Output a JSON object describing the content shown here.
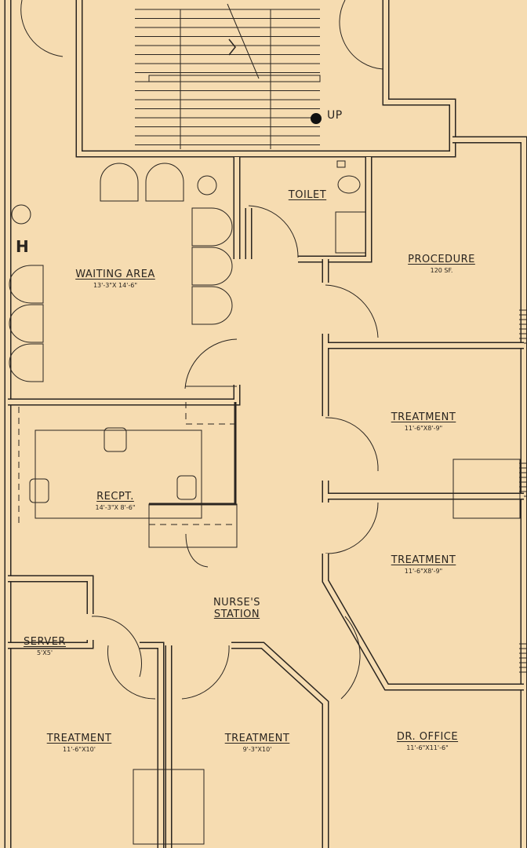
{
  "stairs": {
    "direction_label": "UP"
  },
  "markers": {
    "handicap": "H"
  },
  "rooms": {
    "waiting": {
      "name": "WAITING AREA",
      "size": "13'-3\"X 14'-6\""
    },
    "toilet": {
      "name": "TOILET"
    },
    "procedure": {
      "name": "PROCEDURE",
      "size": "120 SF."
    },
    "treatment_1": {
      "name": "TREATMENT",
      "size": "11'-6\"X8'-9\""
    },
    "recept": {
      "name": "RECPT.",
      "size": "14'-3\"X 8'-6\""
    },
    "nurse_station": {
      "line1": "NURSE'S",
      "line2": "STATION"
    },
    "treatment_2": {
      "name": "TREATMENT",
      "size": "11'-6\"X8'-9\""
    },
    "server": {
      "name": "SERVER",
      "size": "5'X5'"
    },
    "treatment_3": {
      "name": "TREATMENT",
      "size": "11'-6\"X10'"
    },
    "treatment_4": {
      "name": "TREATMENT",
      "size": "9'-3\"X10'"
    },
    "dr_office": {
      "name": "DR. OFFICE",
      "size": "11'-6\"X11'-6\""
    }
  },
  "colors": {
    "paper": "#f6dcb1",
    "ink": "#2a2520"
  }
}
